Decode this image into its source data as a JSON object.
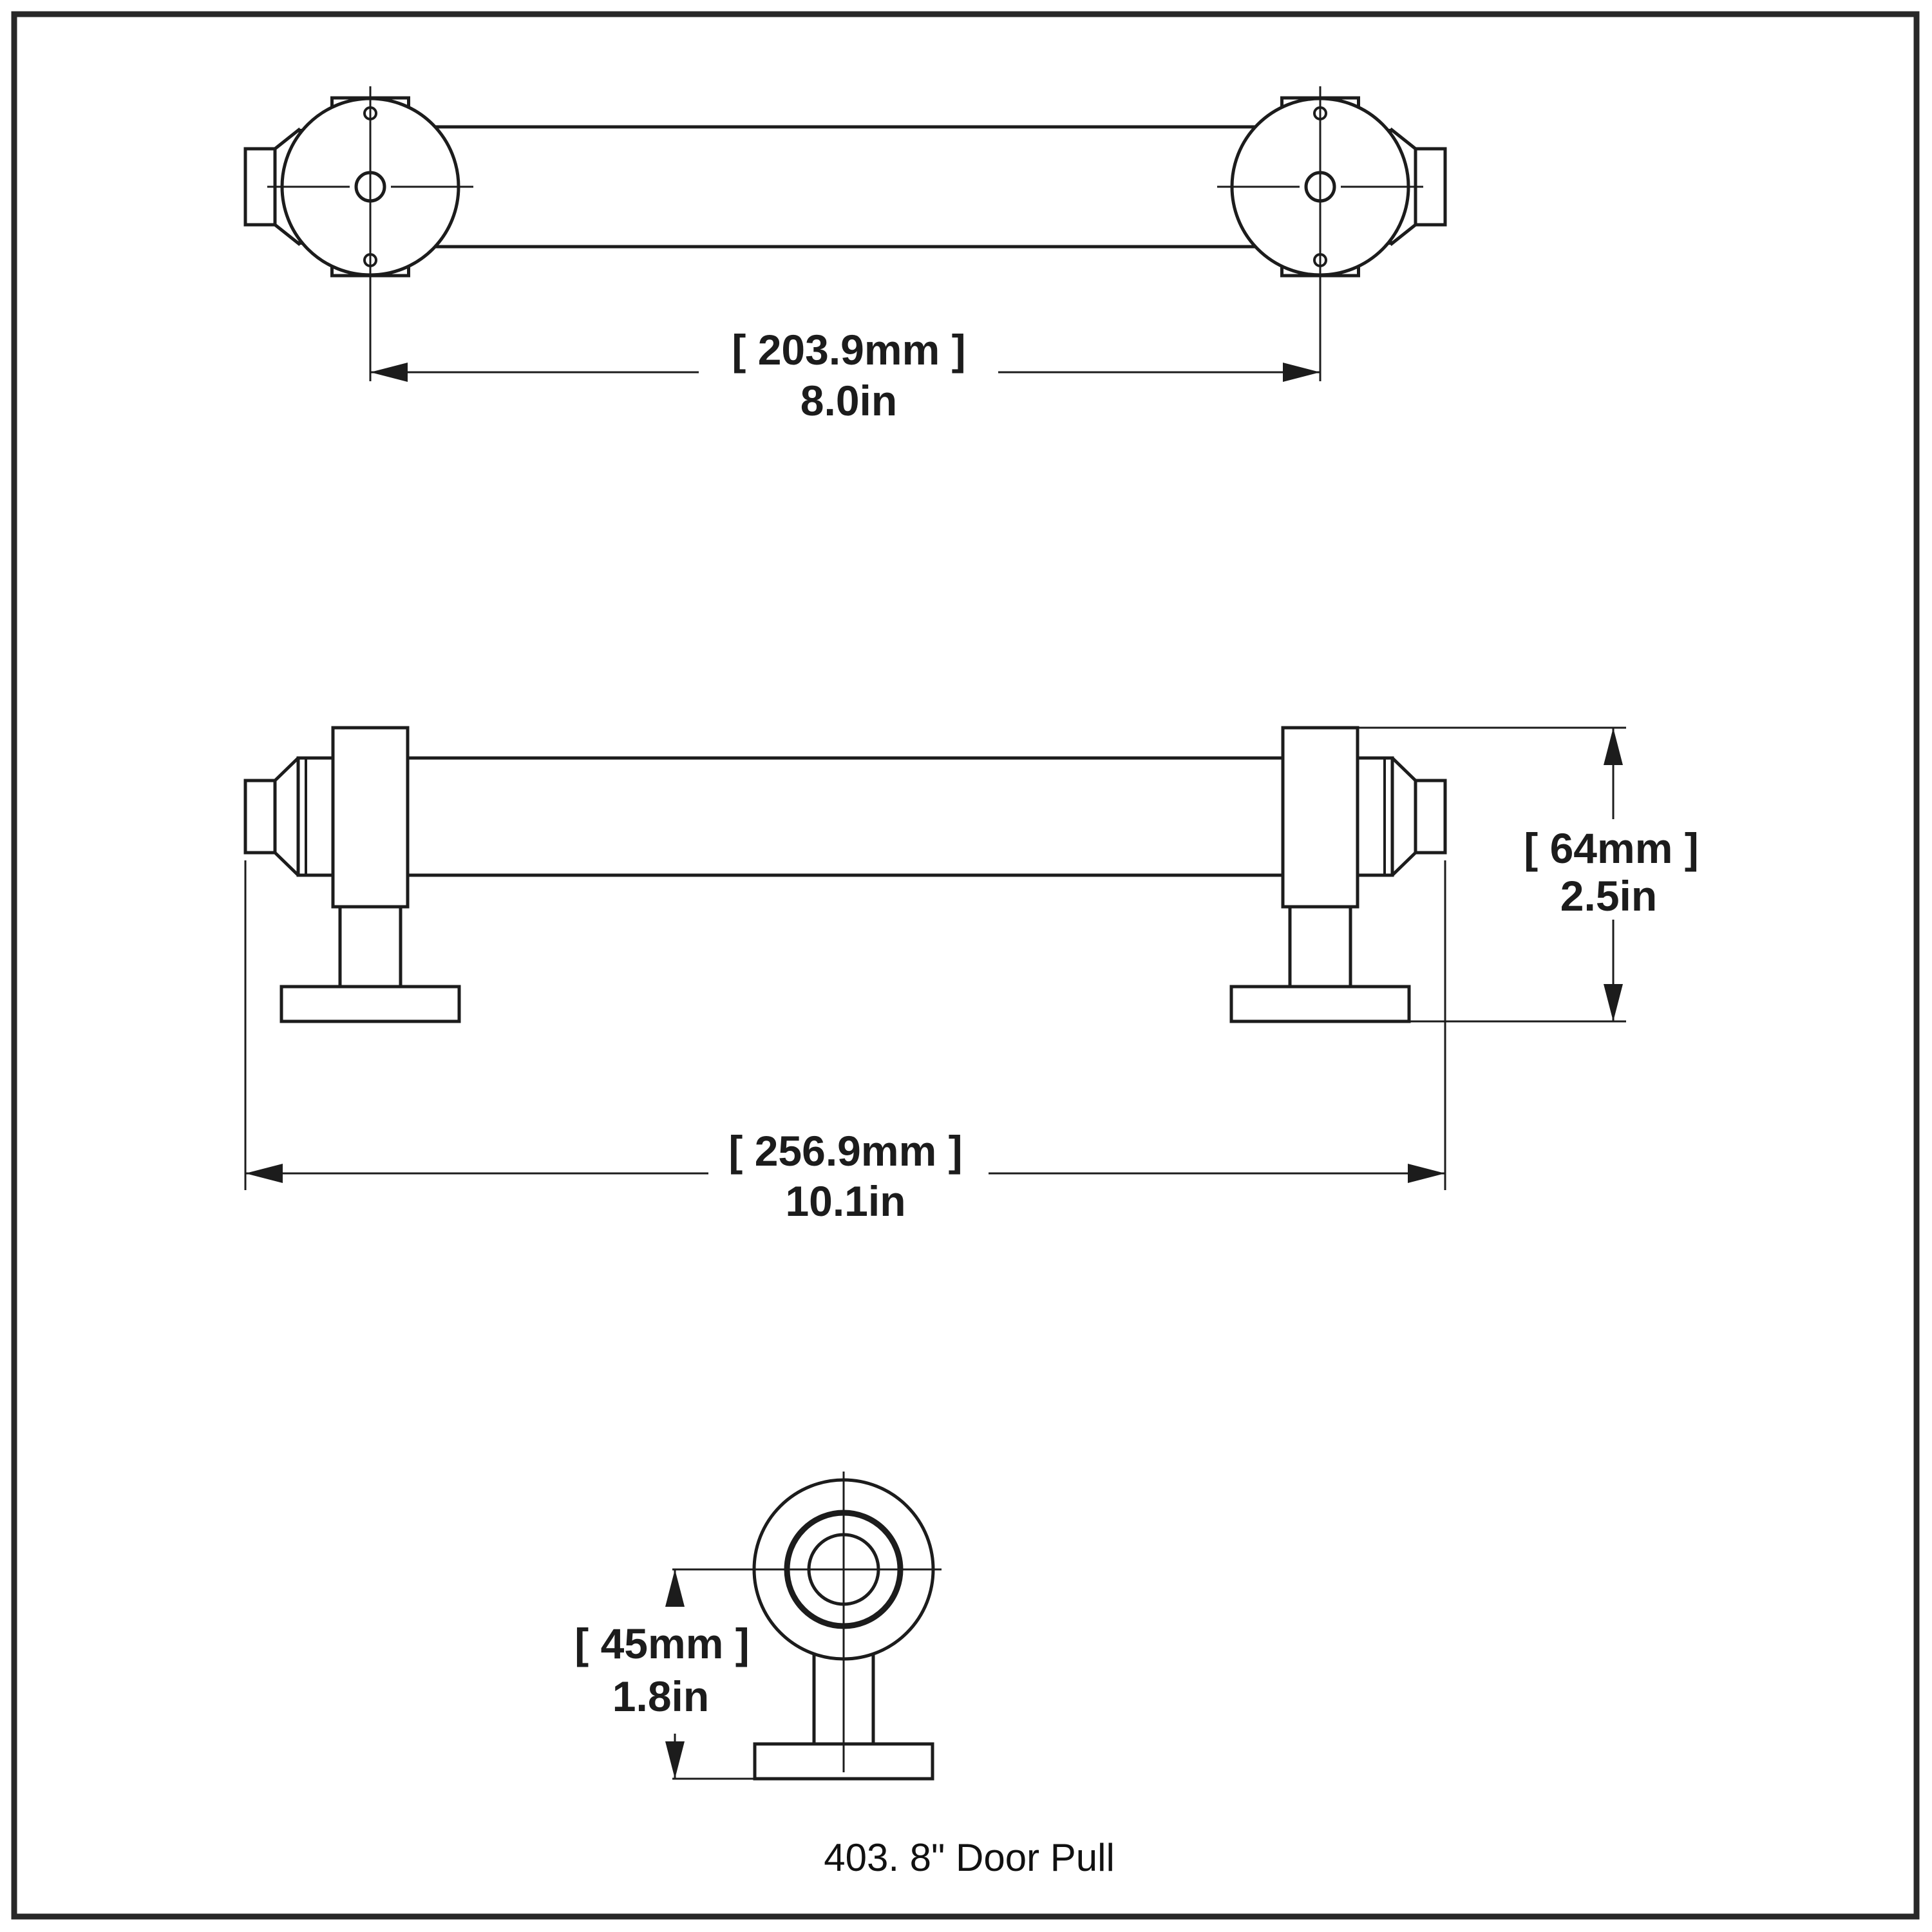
{
  "drawing": {
    "caption": "403. 8\" Door Pull",
    "colors": {
      "background": "#ffffff",
      "line": "#1c1c1c",
      "border": "#282828"
    },
    "dimensions": {
      "hole_spacing": {
        "metric": "[ 203.9mm ]",
        "imperial": "8.0in"
      },
      "overall_length": {
        "metric": "[ 256.9mm ]",
        "imperial": "10.1in"
      },
      "overall_height": {
        "metric": "[ 64mm ]",
        "imperial": "2.5in"
      },
      "projection": {
        "metric": "[ 45mm ]",
        "imperial": "1.8in"
      }
    }
  }
}
